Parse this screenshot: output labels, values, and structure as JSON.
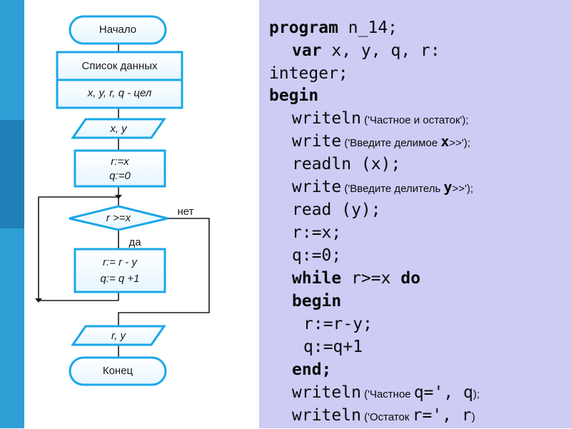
{
  "flowchart": {
    "start": "Начало",
    "data_list": "Список данных",
    "declaration": "x, y, r, q - цел",
    "input": "x, y",
    "init_r": "r:=x",
    "init_q": "q:=0",
    "condition": "r >=x",
    "no_label": "нет",
    "yes_label": "да",
    "update_r": "r:= r - y",
    "update_q": "q:= q +1",
    "output": "r, y",
    "end": "Конец"
  },
  "code": {
    "l1_kw": "program",
    "l1_rest": " n_14;",
    "l2_kw": "var",
    "l2_rest": " x, y, q, r:",
    "l3": "integer;",
    "l4_kw": "begin",
    "l5_kw": "writeln",
    "l5_str": " ('Частное и остаток');",
    "l6_kw": "write",
    "l6_str": " ('Введите делимое ",
    "l6_var": "x",
    "l6_end": ">>');",
    "l7": "readln (x);",
    "l8_kw": "write",
    "l8_str": " ('Введите делитель ",
    "l8_var": "y",
    "l8_end": ">>');",
    "l9": "read (y);",
    "l10": "r:=x;",
    "l11": "q:=0;",
    "l12_kw": "while",
    "l12_mid": " r>=x ",
    "l12_kw2": "do",
    "l13_kw": "begin",
    "l14": "r:=r-y;",
    "l15": "q:=q+1",
    "l16_kw": "end;",
    "l17_kw": "writeln",
    "l17_str": " ('Частное ",
    "l17_code": "q=', q",
    "l17_end": ");",
    "l18_kw": "writeln",
    "l18_str": " ('Остаток ",
    "l18_code": "r=', r",
    "l18_end": ")"
  }
}
